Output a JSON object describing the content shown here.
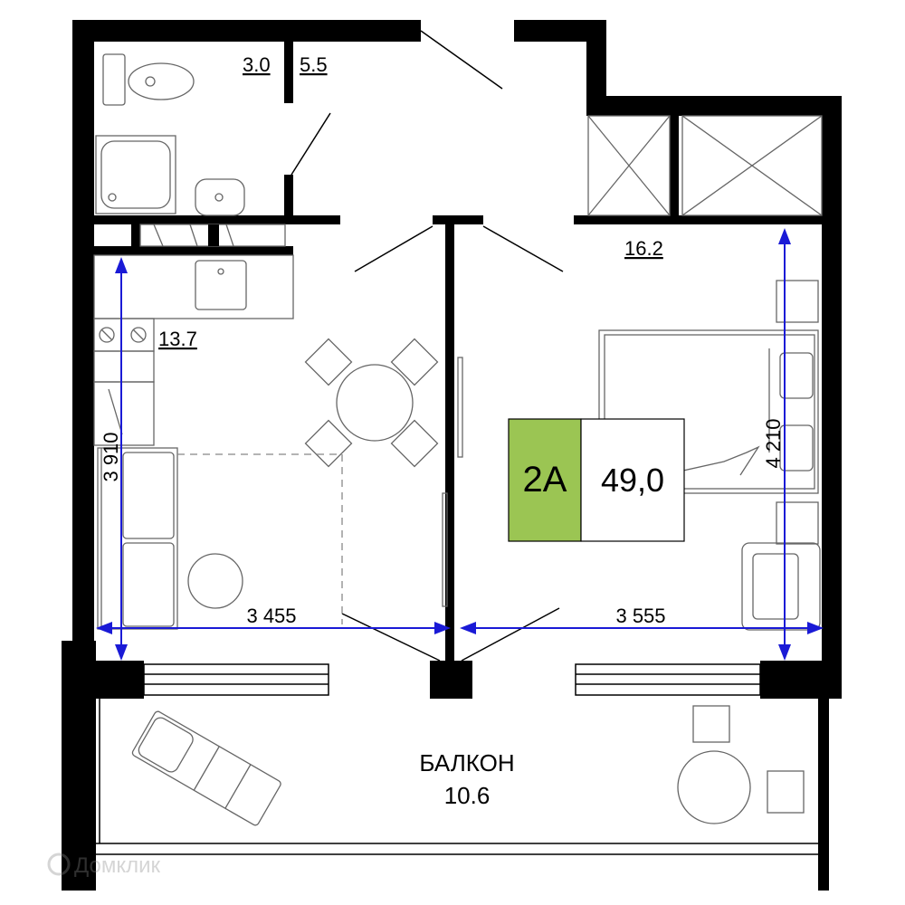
{
  "rooms": {
    "bathroom": {
      "area": "3.0"
    },
    "hall": {
      "area": "5.5"
    },
    "kitchen": {
      "area": "13.7"
    },
    "bedroom": {
      "area": "16.2"
    },
    "balcony": {
      "name": "БАЛКОН",
      "area": "10.6"
    }
  },
  "apartment": {
    "type": "2A",
    "total_area": "49,0",
    "badge_color": "#9bc553"
  },
  "dimensions": {
    "kitchen_width": "3 455",
    "bedroom_width": "3 555",
    "kitchen_depth": "3 910",
    "bedroom_depth": "4 210"
  },
  "watermark": "Домклик",
  "colors": {
    "dimension_line": "#1a1ad6",
    "wall": "#000000"
  }
}
